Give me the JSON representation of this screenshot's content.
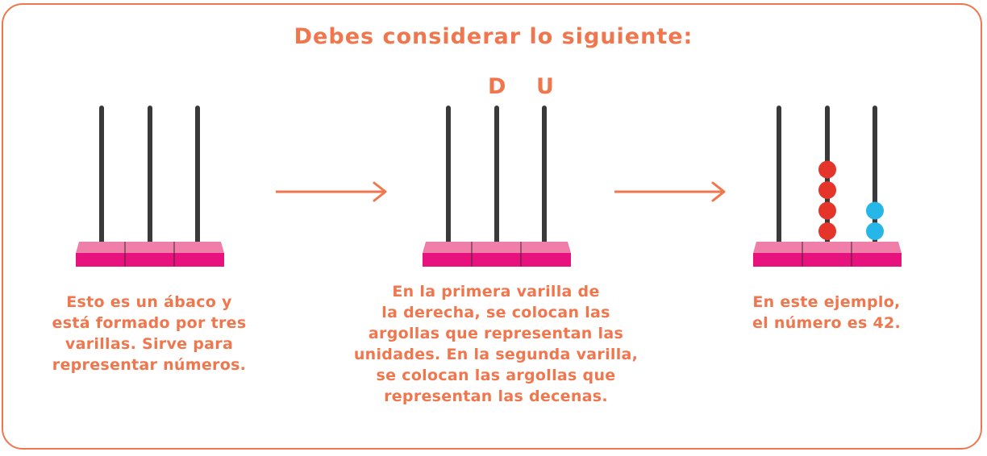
{
  "title": "Debes considerar lo siguiente:",
  "place_labels": {
    "tens": "D",
    "units": "U"
  },
  "captions": [
    "Esto es un ábaco y\nestá formado por tres\nvarillas. Sirve para\nrepresentar números.",
    "En la primera varilla de\nla derecha, se colocan las\nargollas que representan las\nunidades. En la segunda varilla,\nse colocan las argollas que\nrepresentan las decenas.",
    "En este ejemplo,\nel número es 42."
  ],
  "example": {
    "tens_beads": 4,
    "units_beads": 2
  },
  "colors": {
    "accent": "#f0764d",
    "base_top": "#ef7fa8",
    "base_front": "#e8127e",
    "rod": "#3a3a3a",
    "tens_bead": "#e5342a",
    "units_bead": "#27b6e8"
  }
}
